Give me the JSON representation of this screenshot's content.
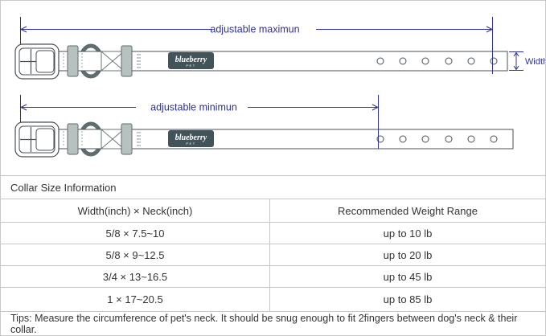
{
  "diagram": {
    "accent_color": "#2e3192",
    "max_label": "adjustable maximun",
    "min_label": "adjustable minimun",
    "width_label": "Width",
    "brand": {
      "name": "blueberry",
      "subtitle": "PET",
      "badge_color": "#42535a"
    },
    "hole_count": 6
  },
  "table": {
    "title": "Collar Size Information",
    "columns": [
      "Width(inch)  ×  Neck(inch)",
      "Recommended Weight Range"
    ],
    "rows": [
      {
        "size": "5/8 × 7.5~10",
        "weight": "up to 10 lb"
      },
      {
        "size": "5/8 × 9~12.5",
        "weight": "up to 20 lb"
      },
      {
        "size": "3/4 × 13~16.5",
        "weight": "up to 45 lb"
      },
      {
        "size": "1 × 17~20.5",
        "weight": "up to 85 lb"
      }
    ],
    "tips": "Tips: Measure the circumference of pet's neck. It should be snug enough to fit 2fingers between dog's neck & their collar."
  }
}
